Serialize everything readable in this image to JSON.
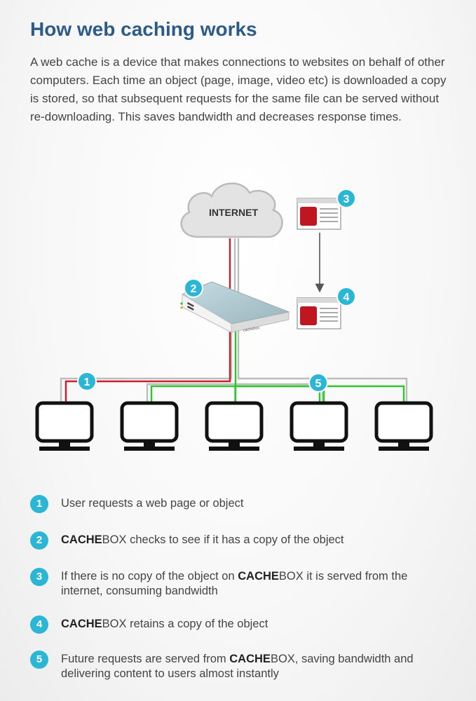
{
  "title": "How web caching works",
  "intro": "A web cache is a device that makes connections to websites on behalf of other computers. Each time an object (page, image, video etc) is downloaded a copy is stored, so that subsequent requests for the same file can be served without re-downloading. This saves bandwidth and decreases response times.",
  "diagram": {
    "cloud_label": "INTERNET",
    "device_brand": "cachebox",
    "badges": [
      "1",
      "2",
      "3",
      "4",
      "5"
    ],
    "colors": {
      "badge": "#2bb6d6",
      "request_line": "#c91f2b",
      "cached_line": "#2bc82b",
      "cable": "#bdbdbd",
      "object_red": "#c01622"
    }
  },
  "legend": [
    {
      "num": "1",
      "pre": "User requests a web page or object",
      "bold": "",
      "mid": "",
      "bold2": "",
      "post": ""
    },
    {
      "num": "2",
      "pre": "",
      "bold": "CACHE",
      "mid": "BOX checks to see if it has a copy of the object",
      "bold2": "",
      "post": ""
    },
    {
      "num": "3",
      "pre": "If there is no copy of the object on ",
      "bold": "CACHE",
      "mid": "BOX it is served from the internet, consuming bandwidth",
      "bold2": "",
      "post": ""
    },
    {
      "num": "4",
      "pre": "",
      "bold": "CACHE",
      "mid": "BOX retains a copy of the object",
      "bold2": "",
      "post": ""
    },
    {
      "num": "5",
      "pre": "Future requests are served from ",
      "bold": "CACHE",
      "mid": "BOX, saving bandwidth and delivering content to users almost instantly",
      "bold2": "",
      "post": ""
    }
  ]
}
